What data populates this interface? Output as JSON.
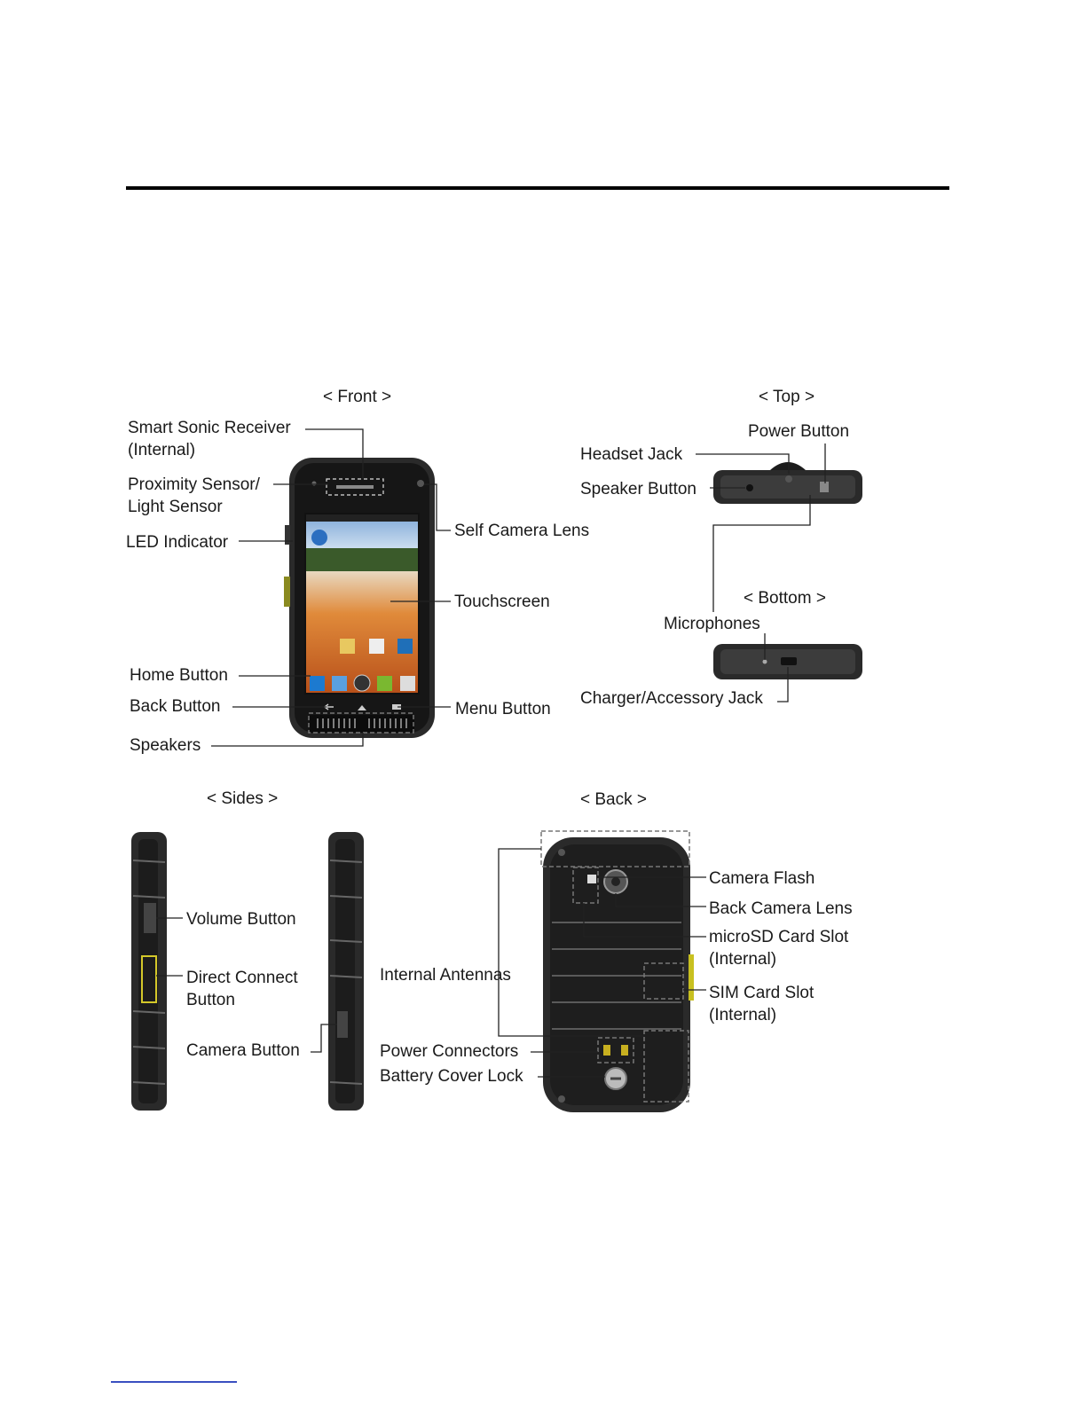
{
  "titles": {
    "front": "< Front >",
    "top": "< Top >",
    "bottom": "< Bottom >",
    "sides": "< Sides >",
    "back": "< Back >"
  },
  "front": {
    "smart_sonic_1": "Smart Sonic Receiver",
    "smart_sonic_2": "(Internal)",
    "proximity_1": "Proximity Sensor/",
    "proximity_2": "Light Sensor",
    "led": "LED Indicator",
    "self_camera": "Self Camera Lens",
    "touchscreen": "Touchscreen",
    "home": "Home Button",
    "back_button": "Back Button",
    "menu": "Menu Button",
    "speakers": "Speakers"
  },
  "top": {
    "power": "Power Button",
    "headset": "Headset Jack",
    "speaker_button": "Speaker Button"
  },
  "bottom": {
    "microphones": "Microphones",
    "charger": "Charger/Accessory Jack"
  },
  "sides": {
    "volume": "Volume Button",
    "direct_1": "Direct Connect",
    "direct_2": "Button",
    "camera": "Camera Button"
  },
  "back": {
    "flash": "Camera Flash",
    "back_lens": "Back Camera Lens",
    "microsd_1": "microSD Card Slot",
    "microsd_2": "(Internal)",
    "sim_1": "SIM Card Slot",
    "sim_2": "(Internal)",
    "antennas": "Internal Antennas",
    "power_conn": "Power Connectors",
    "battery_lock": "Battery Cover Lock"
  },
  "colors": {
    "phone_body": "#2a2a2a",
    "accent_yellow": "#c8c020",
    "screen_orange": "#d86a2a",
    "link_underline": "#3a4fc0"
  }
}
